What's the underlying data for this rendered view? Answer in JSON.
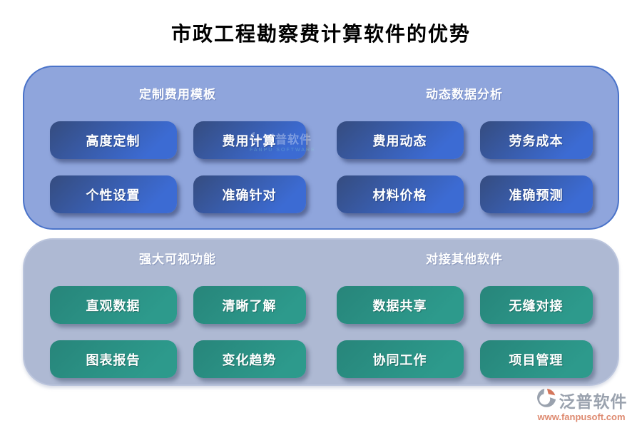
{
  "title": "市政工程勘察费计算软件的优势",
  "sections": [
    {
      "groups": [
        {
          "header": "定制费用模板",
          "items": [
            "高度定制",
            "费用计算",
            "个性设置",
            "准确针对"
          ]
        },
        {
          "header": "动态数据分析",
          "items": [
            "费用动态",
            "劳务成本",
            "材料价格",
            "准确预测"
          ]
        }
      ]
    },
    {
      "groups": [
        {
          "header": "强大可视功能",
          "items": [
            "直观数据",
            "清晰了解",
            "图表报告",
            "变化趋势"
          ]
        },
        {
          "header": "对接其他软件",
          "items": [
            "数据共享",
            "无缝对接",
            "协同工作",
            "项目管理"
          ]
        }
      ]
    }
  ],
  "watermark": {
    "text": "泛普软件",
    "subtext": "FANPU SOFTWARE"
  },
  "footer": {
    "brand": "泛普软件",
    "url": "www.fanpusoft.com"
  },
  "colors": {
    "panel_top": "#8fa5dc",
    "panel_top_border": "#4a73c9",
    "panel_bottom": "#aeb9d3",
    "chip_blue": "#3c6bd3",
    "chip_teal": "#2b9486",
    "brand_gray": "#9aa2ae",
    "brand_orange": "#d4765b"
  }
}
